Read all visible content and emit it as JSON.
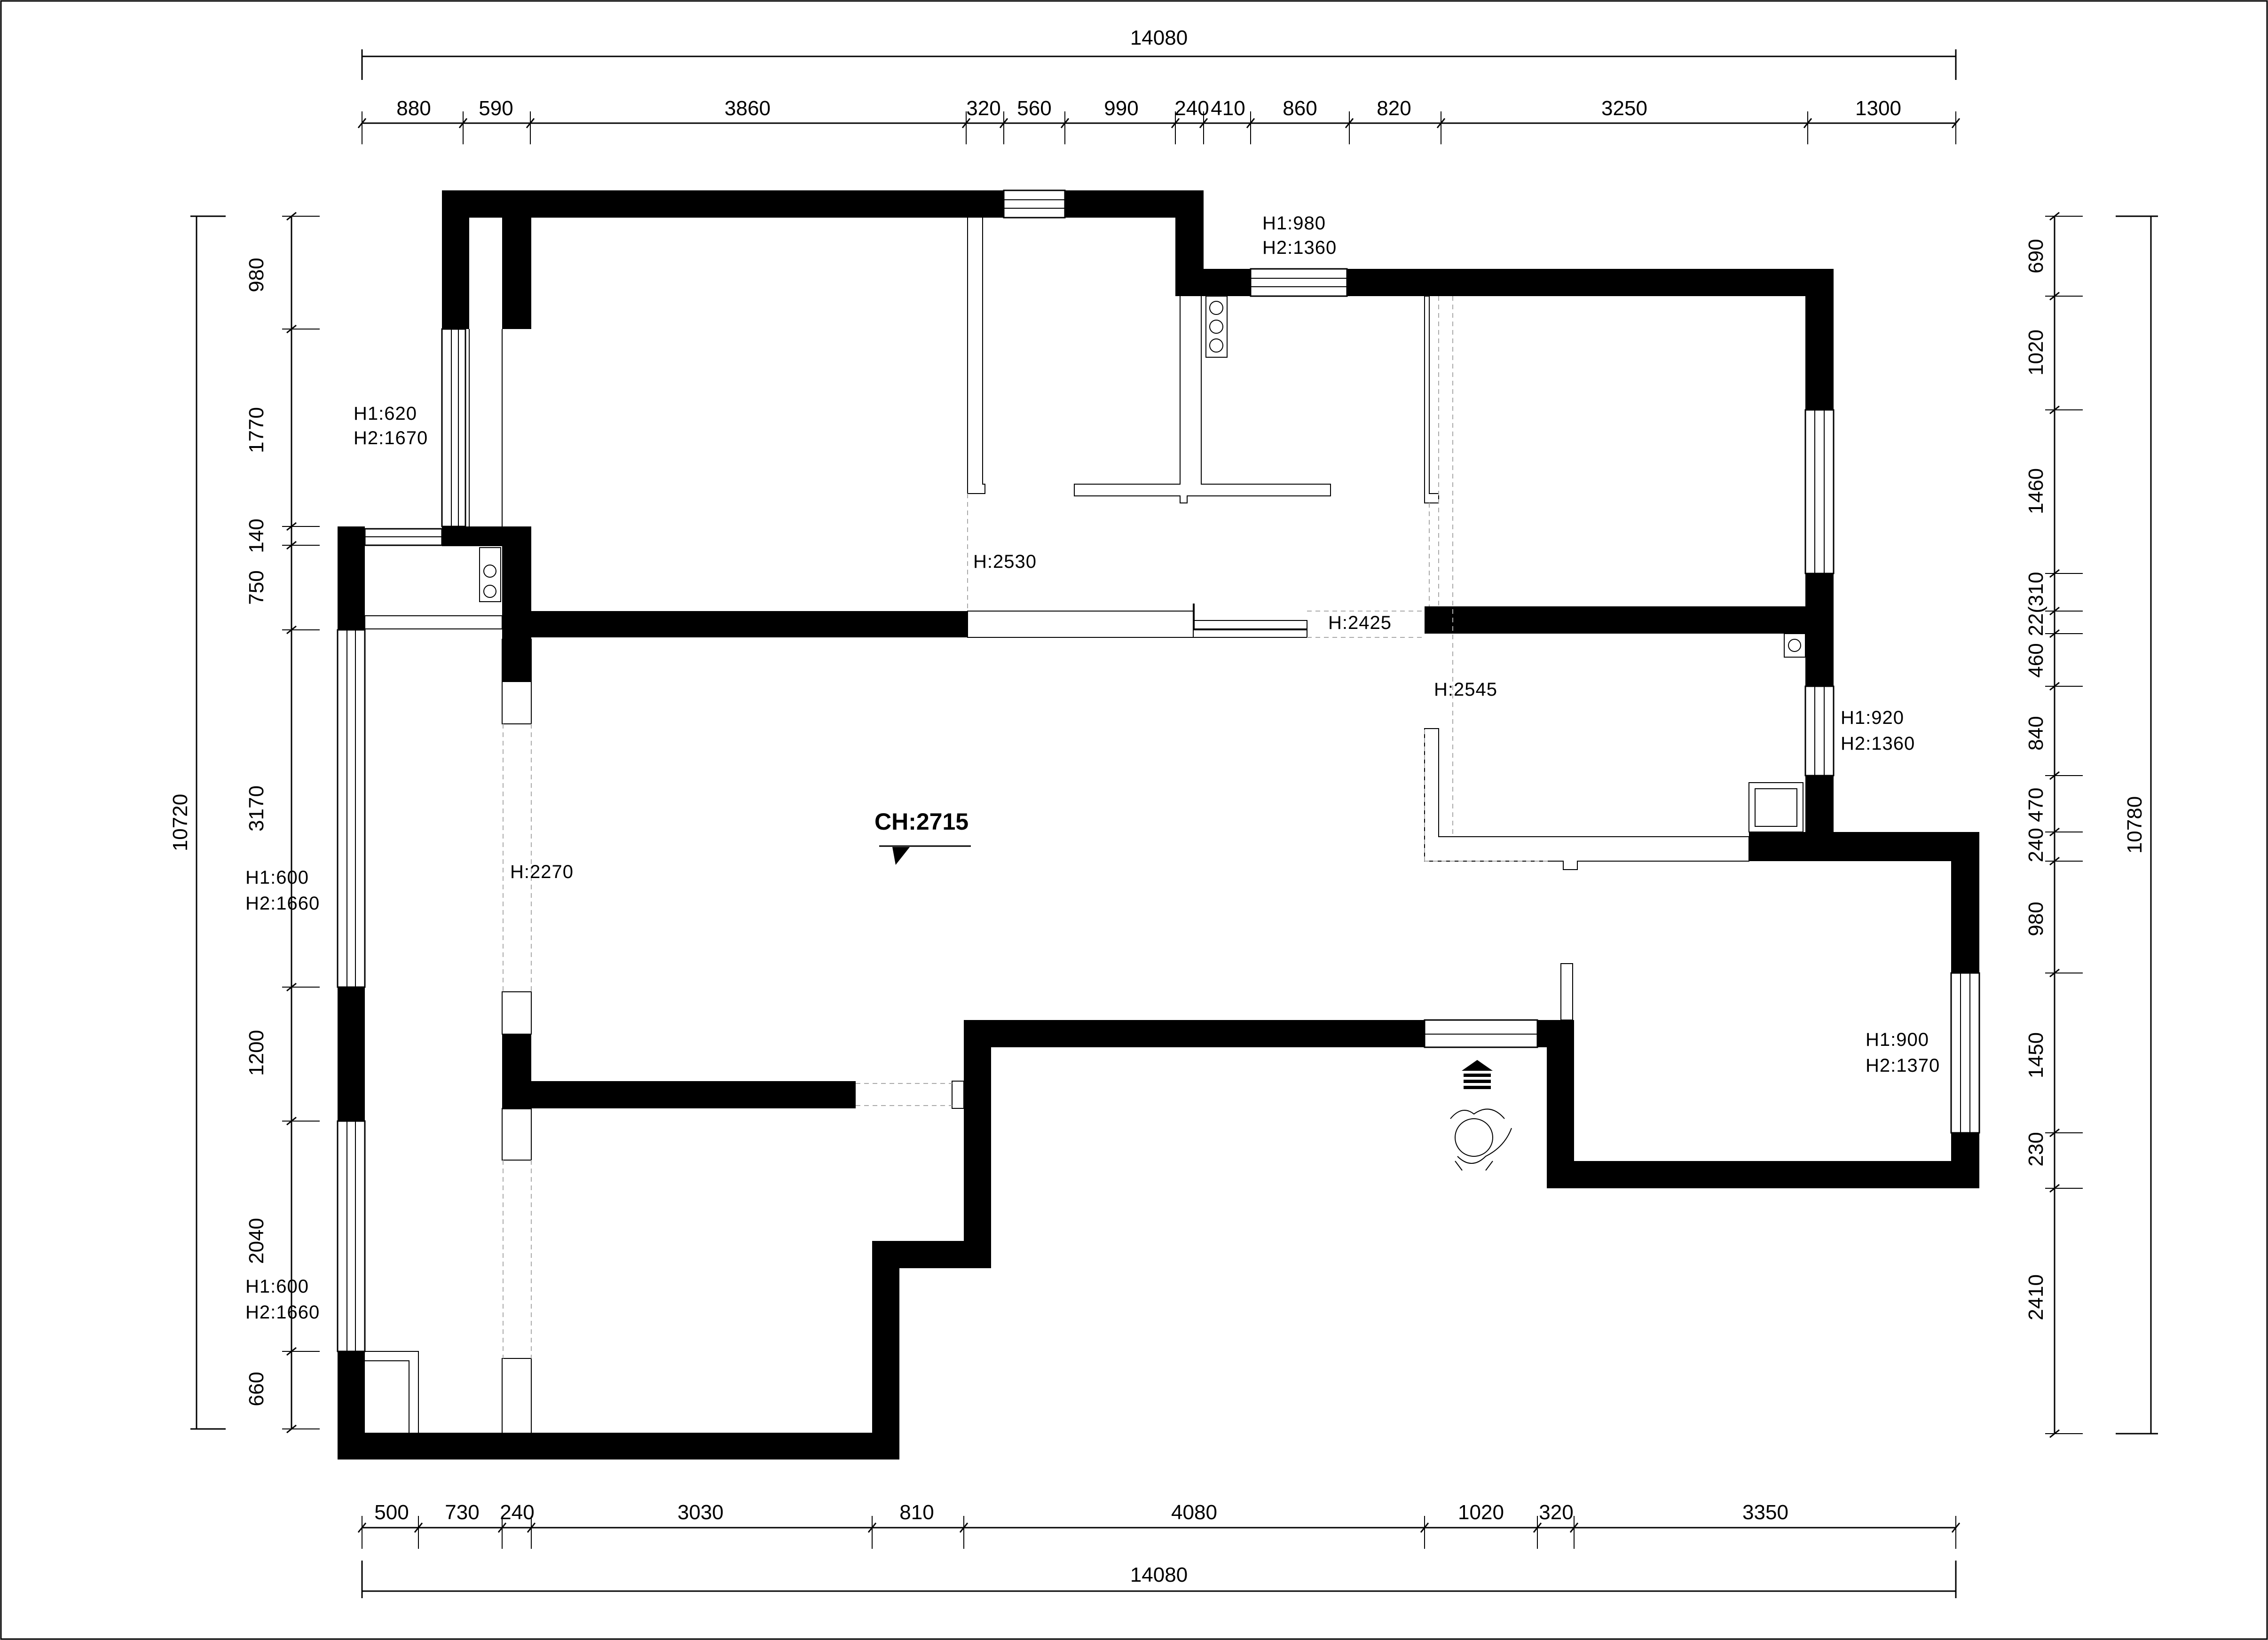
{
  "overall": {
    "top": "14080",
    "bottom": "14080",
    "left": "10720",
    "right": "10780"
  },
  "top_dims": [
    "880",
    "590",
    "3860",
    "320",
    "560",
    "990",
    "240",
    "410",
    "860",
    "820",
    "3250",
    "1300"
  ],
  "bottom_dims": [
    "500",
    "730",
    "240",
    "3030",
    "810",
    "4080",
    "1020",
    "320",
    "3350"
  ],
  "left_dims": [
    "980",
    "1770",
    "140",
    "750",
    "3170",
    "1200",
    "2040",
    "660"
  ],
  "right_dims": [
    "690",
    "1020",
    "1460",
    "22(310",
    "460",
    "840",
    "240 470",
    "980",
    "1450",
    "230",
    "2410"
  ],
  "ceiling": "CH:2715",
  "windows": [
    {
      "h1": "H1:980",
      "h2": "H2:1360"
    },
    {
      "h1": "H1:620",
      "h2": "H2:1670"
    },
    {
      "h1": "H1:920",
      "h2": "H2:1360"
    },
    {
      "h1": "H1:600",
      "h2": "H2:1660"
    },
    {
      "h1": "H1:900",
      "h2": "H2:1370"
    },
    {
      "h1": "H1:600",
      "h2": "H2:1660"
    }
  ],
  "openings": [
    "H:2530",
    "H:2425",
    "H:2545",
    "H:2270"
  ],
  "colors": {
    "wall": "#000000",
    "dashed": "#aaaaaa",
    "background": "#ffffff"
  },
  "icons": [
    "entrance-arrow-icon",
    "person-figure-icon",
    "pipe-icon",
    "boiler-icon"
  ]
}
